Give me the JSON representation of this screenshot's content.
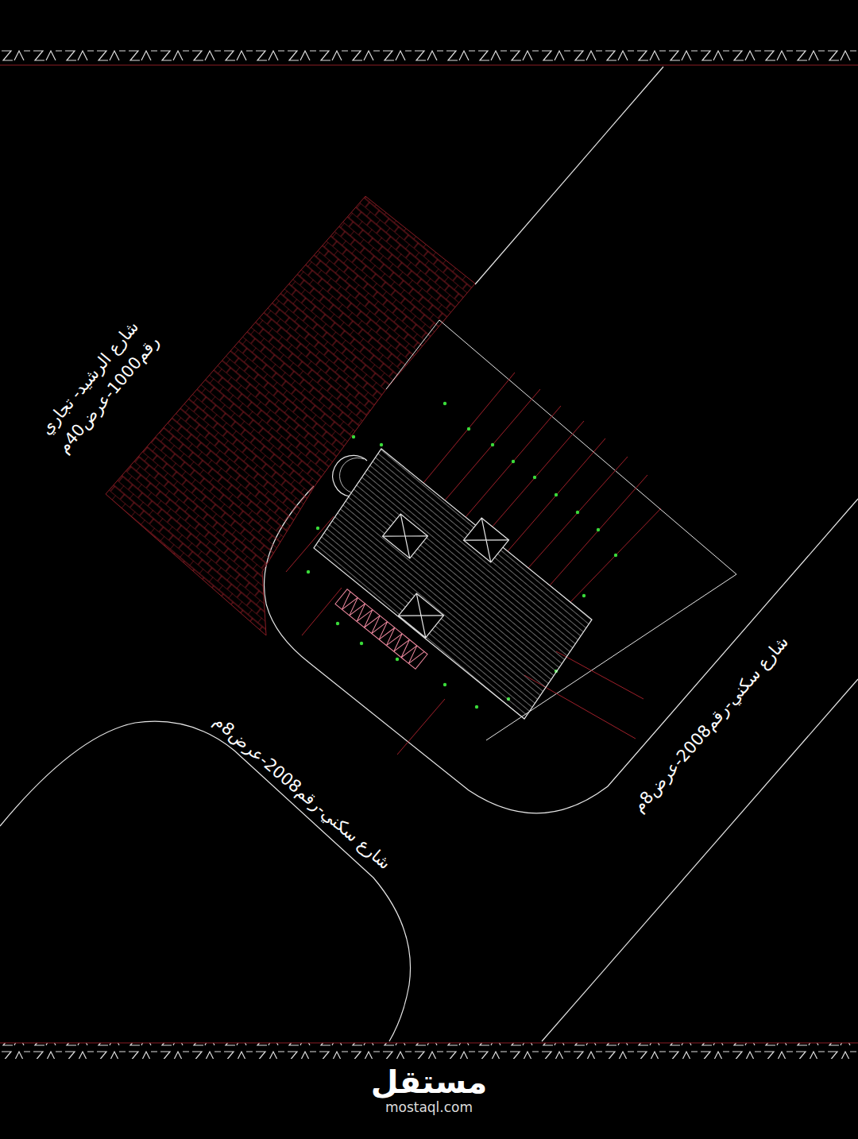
{
  "diagram": {
    "labels": [
      "شارع الرشيد- تجاري",
      "رقم1000-عرض40م",
      "شارع سكني-رقم2008-عرض8م",
      "شارع سكني-رقم2008-عرض8م",
      "مستقل",
      "mostaql.com"
    ]
  }
}
